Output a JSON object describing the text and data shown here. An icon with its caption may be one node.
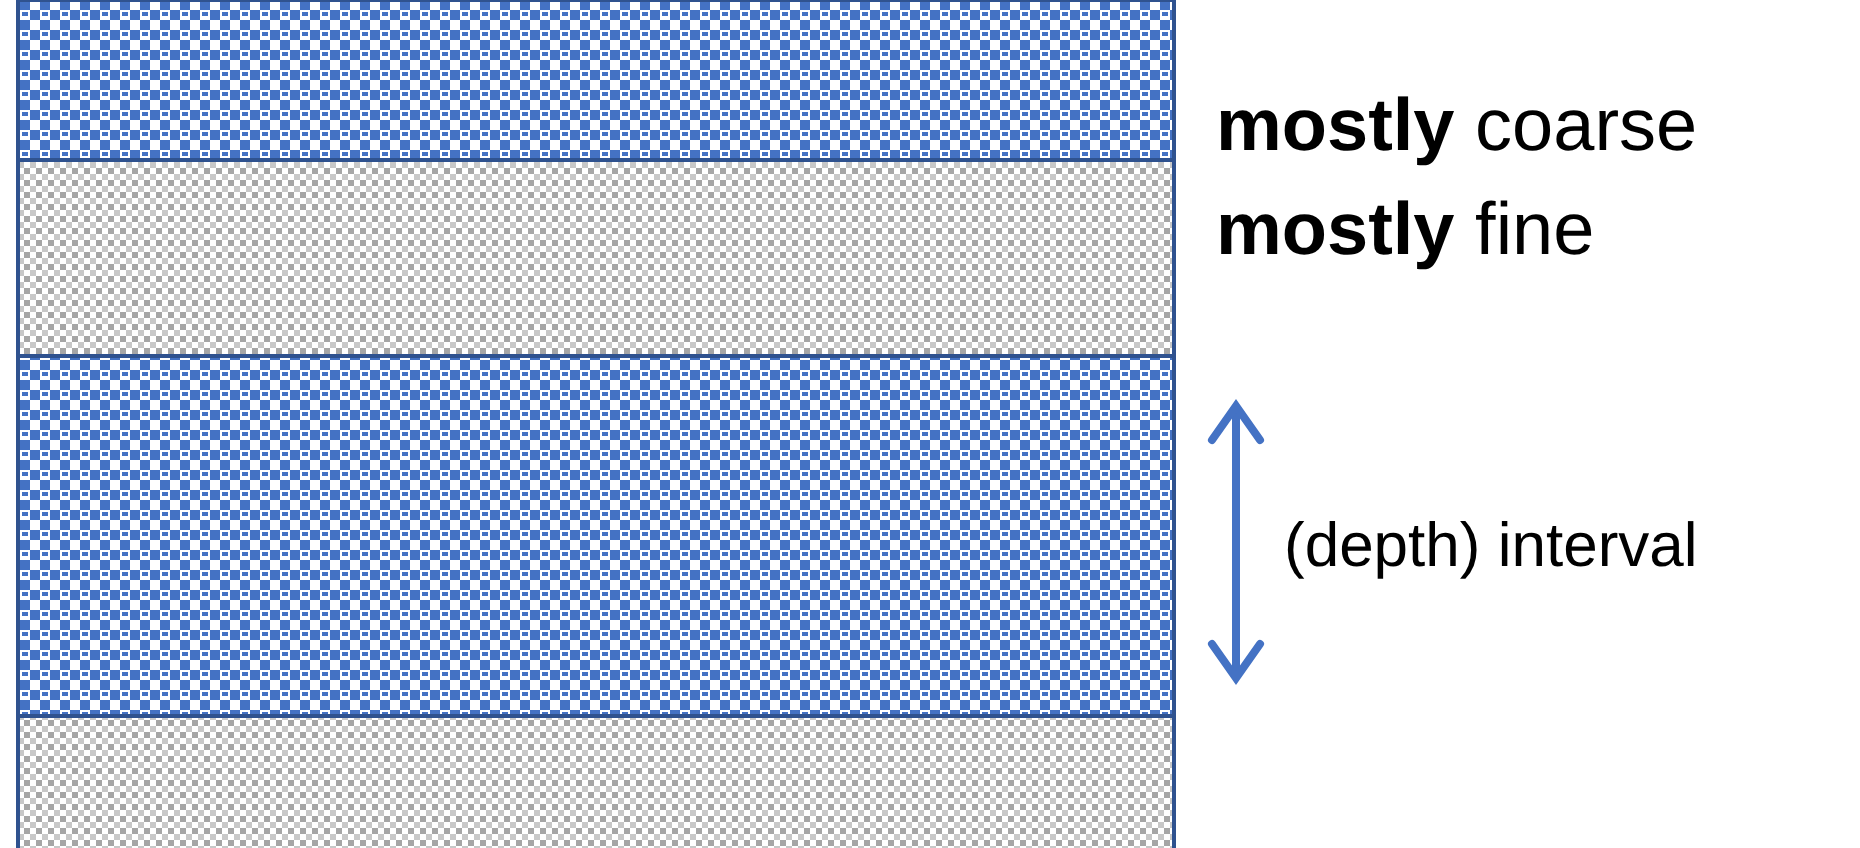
{
  "diagram": {
    "nodes": [
      {
        "text": [],
        "shape": "box",
        "beside": [
          "**mostly** coarse"
        ]
      },
      {
        "text": [],
        "shape": "box",
        "beside": [
          "**mostly** fine"
        ]
      },
      {
        "text": [],
        "shape": "box"
      },
      {
        "text": [],
        "shape": "box"
      }
    ],
    "labels": [
      "(depth) interval"
    ]
  }
}
